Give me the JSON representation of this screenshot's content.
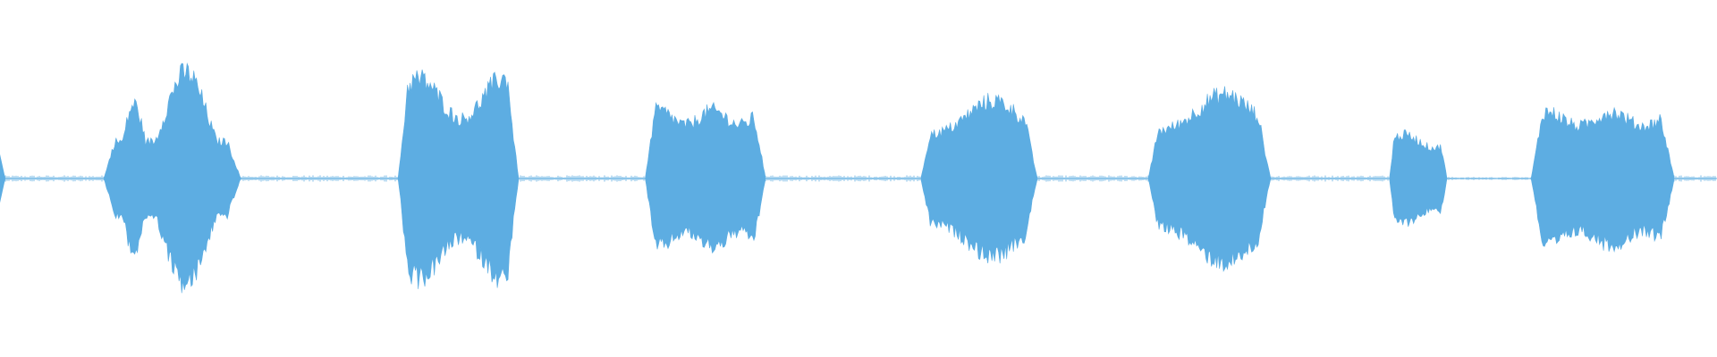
{
  "waveform": {
    "color": "#5DADE2",
    "background": "#FFFFFF",
    "noise_floor": 0.012,
    "segments": [
      {
        "id": "burst-1",
        "start": 0.0605,
        "end": 0.1402,
        "peak": 0.68,
        "shape": "double-peak"
      },
      {
        "id": "burst-2",
        "start": 0.2318,
        "end": 0.3021,
        "peak": 0.64,
        "shape": "spiky-end"
      },
      {
        "id": "burst-3",
        "start": 0.3758,
        "end": 0.4459,
        "peak": 0.46,
        "shape": "flat"
      },
      {
        "id": "burst-4",
        "start": 0.5363,
        "end": 0.6042,
        "peak": 0.5,
        "shape": "hump"
      },
      {
        "id": "burst-5",
        "start": 0.6688,
        "end": 0.7401,
        "peak": 0.54,
        "shape": "hump"
      },
      {
        "id": "burst-6",
        "start": 0.8092,
        "end": 0.8427,
        "peak": 0.28,
        "shape": "short"
      },
      {
        "id": "burst-7",
        "start": 0.8917,
        "end": 0.9751,
        "peak": 0.45,
        "shape": "flat"
      }
    ],
    "leading_spike": {
      "position": 0.0,
      "peak": 0.14
    },
    "gap": {
      "start": 0.8427,
      "end": 0.8917,
      "level": 0.006
    }
  }
}
